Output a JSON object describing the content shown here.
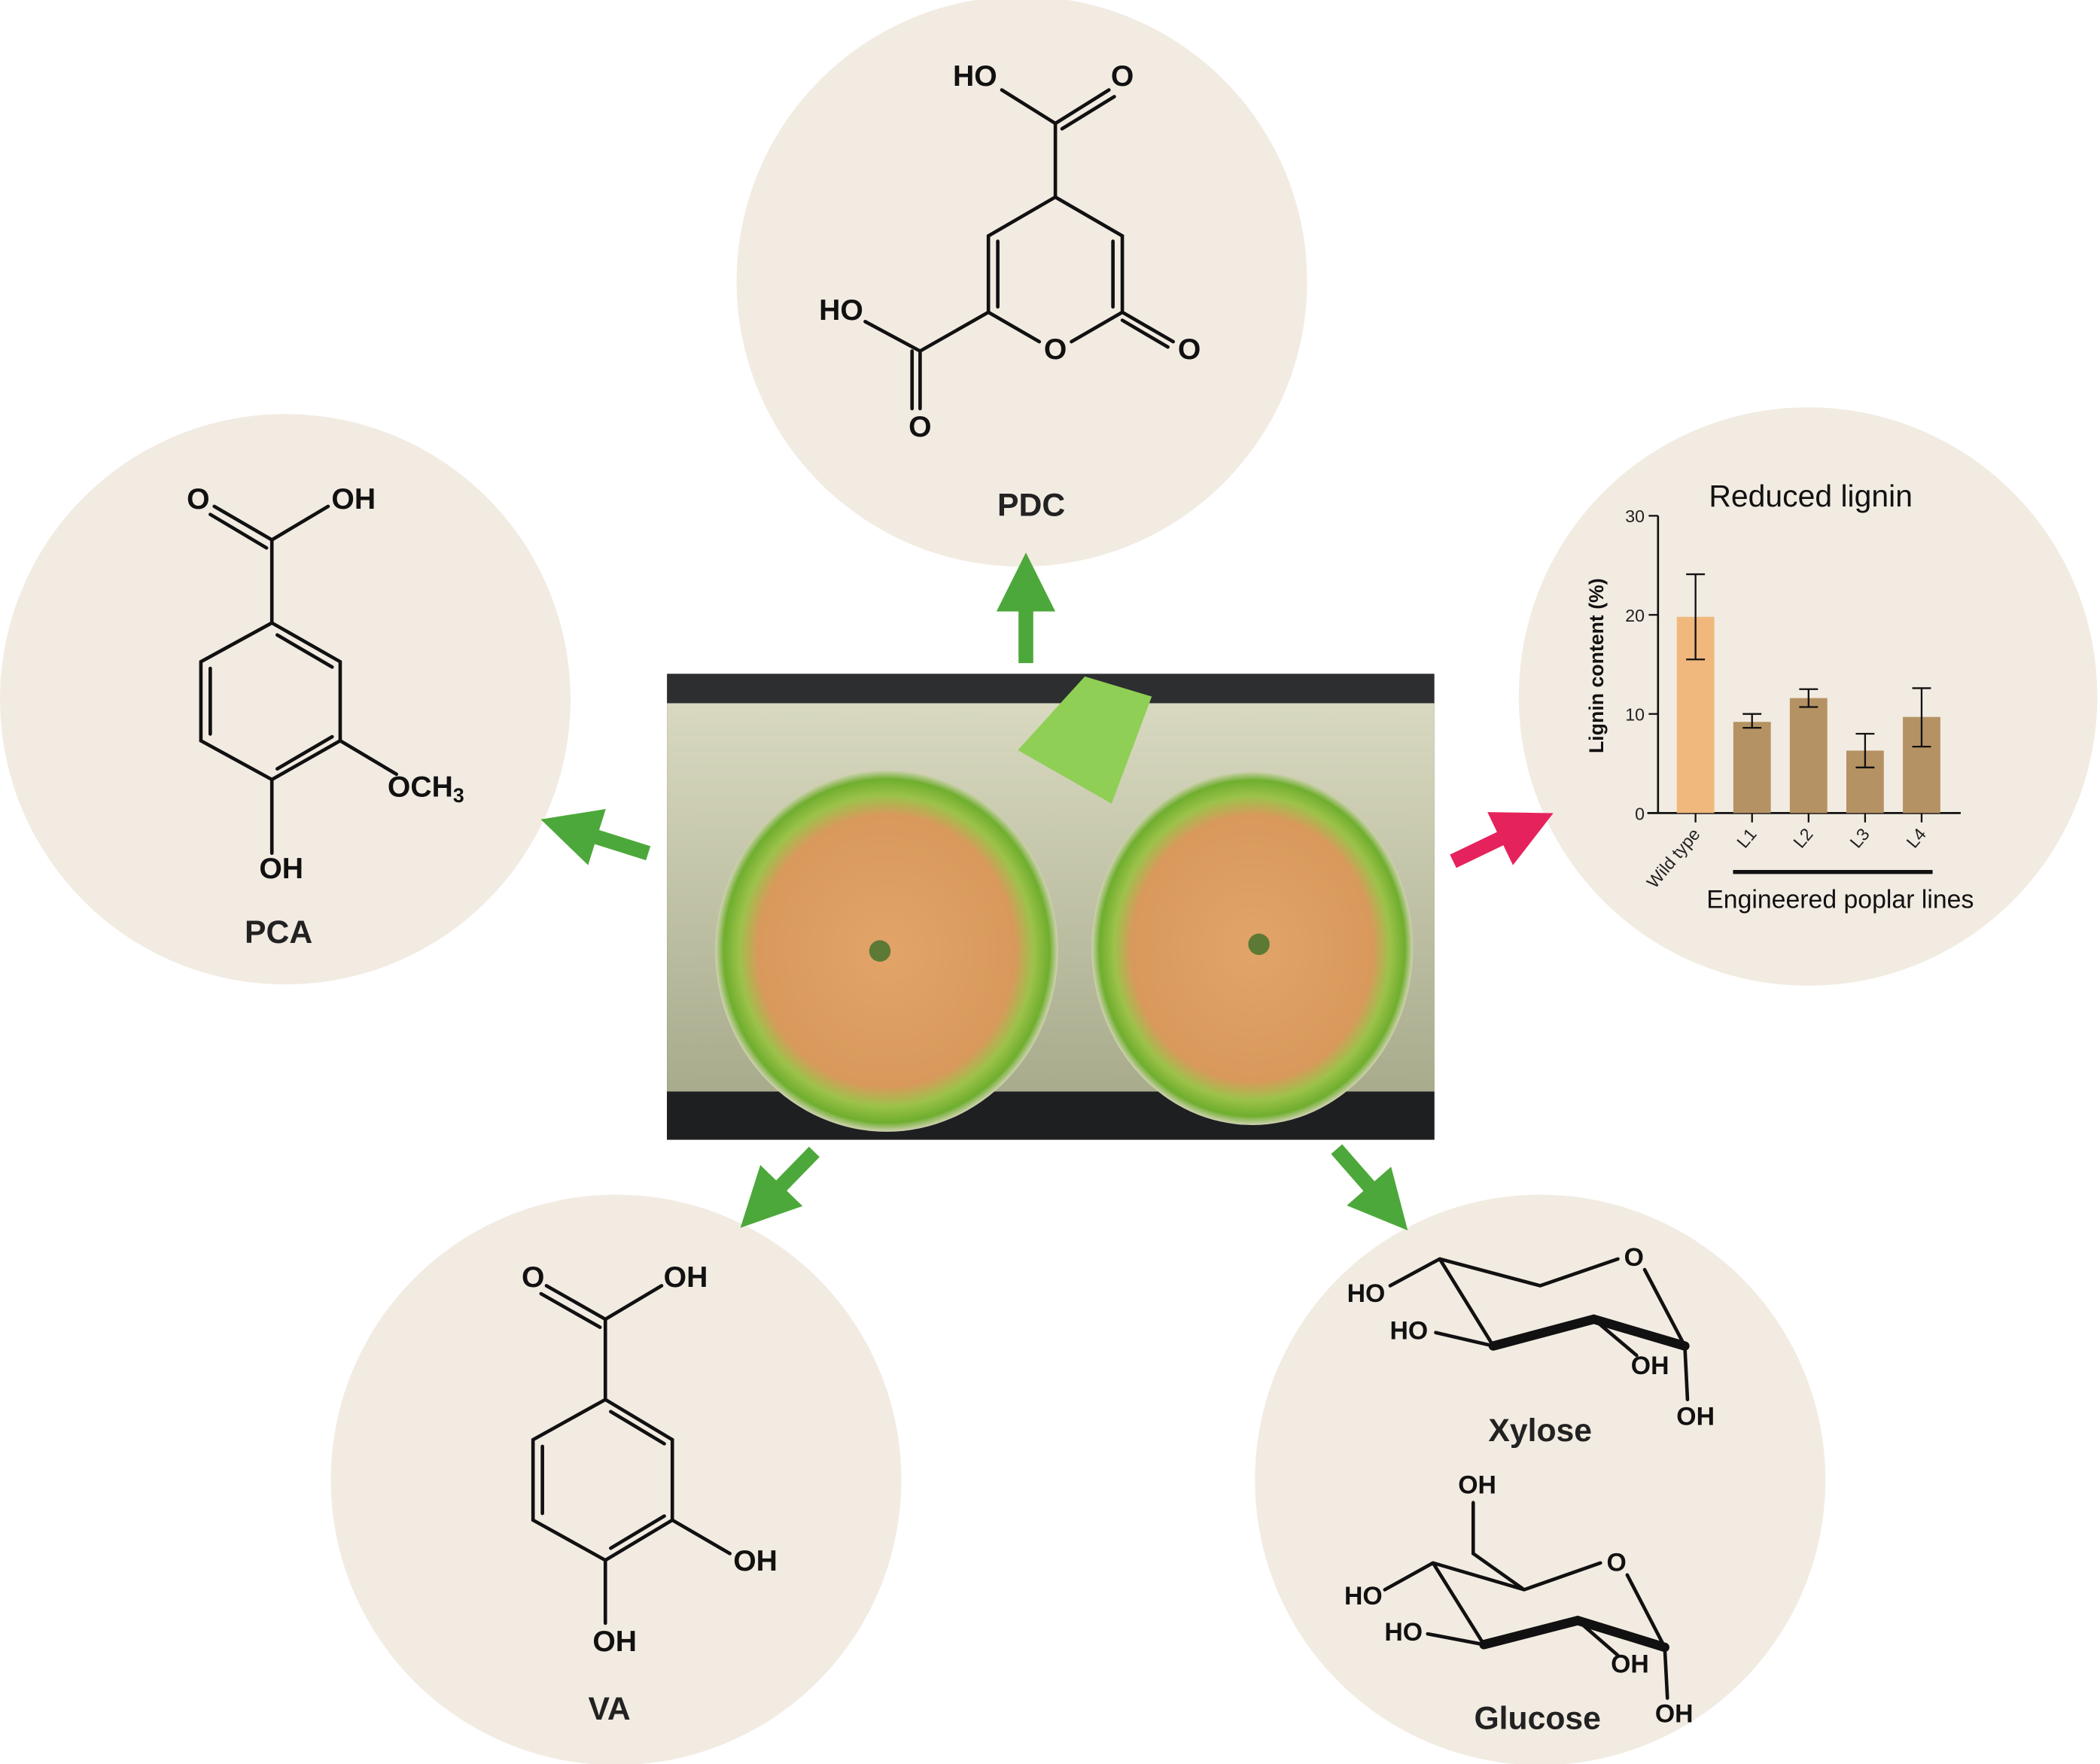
{
  "colors": {
    "circle_bg": "#f2ebe2",
    "arrow_green": "#4ca83a",
    "arrow_pink": "#e5225c",
    "bar_wild": "#f0b87c",
    "bar_engineered": "#b59263"
  },
  "compounds": {
    "pdc": {
      "name": "PDC",
      "atoms": {
        "ho_top": "HO",
        "o_top": "O",
        "ho_left": "HO",
        "o_ring": "O",
        "o_carbonyl": "O",
        "o_left": "O"
      }
    },
    "pca": {
      "name": "PCA",
      "atoms": {
        "o": "O",
        "oh_acid": "OH",
        "och3": "OCH",
        "och3_sub": "3",
        "oh": "OH"
      }
    },
    "va": {
      "name": "VA",
      "atoms": {
        "o": "O",
        "oh_acid": "OH",
        "oh_meta": "OH",
        "oh_para": "OH"
      }
    },
    "xylose": {
      "name": "Xylose",
      "atoms": {
        "o_ring": "O",
        "ho1": "HO",
        "ho2": "HO",
        "oh1": "OH",
        "oh2": "OH"
      }
    },
    "glucose": {
      "name": "Glucose",
      "atoms": {
        "o_ring": "O",
        "oh_ch2": "OH",
        "ho1": "HO",
        "ho2": "HO",
        "oh1": "OH",
        "oh2": "OH"
      }
    }
  },
  "chart_data": {
    "type": "bar",
    "title": "Reduced lignin",
    "ylabel": "Lignin content (%)",
    "xlabel": "Engineered poplar lines",
    "ylim": [
      0,
      30
    ],
    "yticks": [
      "0",
      "10",
      "20",
      "30"
    ],
    "categories": [
      "Wild type",
      "L1",
      "L2",
      "L3",
      "L4"
    ],
    "values": [
      19.8,
      9.2,
      11.6,
      6.3,
      9.7
    ],
    "error_low": [
      15.5,
      8.6,
      10.7,
      4.6,
      6.7
    ],
    "error_high": [
      24.1,
      10.0,
      12.5,
      8.0,
      12.6
    ],
    "grid": false
  }
}
